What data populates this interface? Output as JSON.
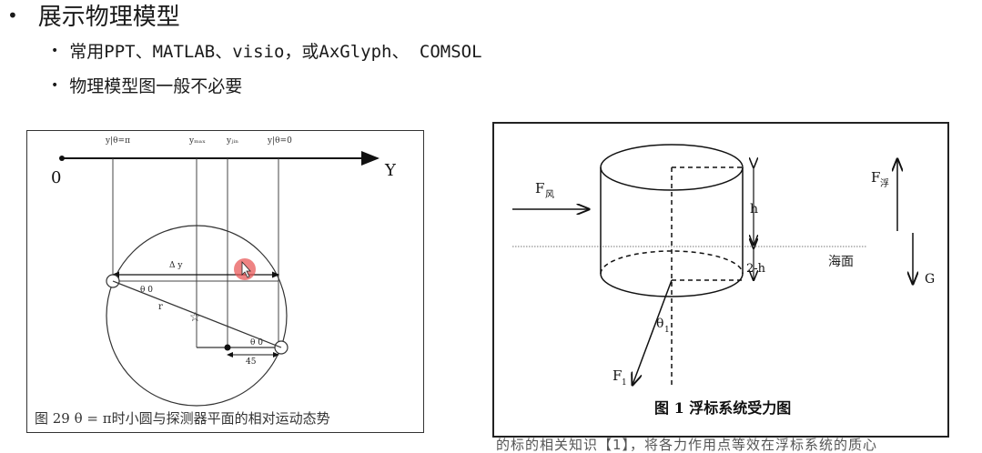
{
  "slide": {
    "main_bullet": "展示物理模型",
    "sub_bullets": [
      "常用PPT、MATLAB、visio，或AxGlyph、 COMSOL",
      "物理模型图一般不必要"
    ]
  },
  "figure_left": {
    "origin_label": "0",
    "axis_label": "Y",
    "top_labels": [
      "y|θ=π",
      "yₘₐₓ",
      "yⱼᵢₙ",
      "y|θ=0"
    ],
    "delta_label": "Δ y",
    "theta_label_left": "θ 0",
    "theta_label_right": "θ 0",
    "radius_label": "r",
    "distance_label": "45",
    "caption": "图 29  θ = π时小圆与探测器平面的相对运动态势"
  },
  "figure_right": {
    "wind_force_label": "F",
    "wind_force_sub": "风",
    "buoyancy_label": "F",
    "buoyancy_sub": "浮",
    "gravity_label": "G",
    "height_label": "h",
    "depth_label": "2-h",
    "sea_label": "海面",
    "theta_label": "θ",
    "theta_sub": "1",
    "force_label": "F",
    "force_sub": "1",
    "caption": "图 1  浮标系统受力图"
  },
  "cutoff_text": "的标的相关知识【1】，将各力作用点等效在浮标系统的质心",
  "colors": {
    "cursor_highlight": "#e85a5a"
  }
}
